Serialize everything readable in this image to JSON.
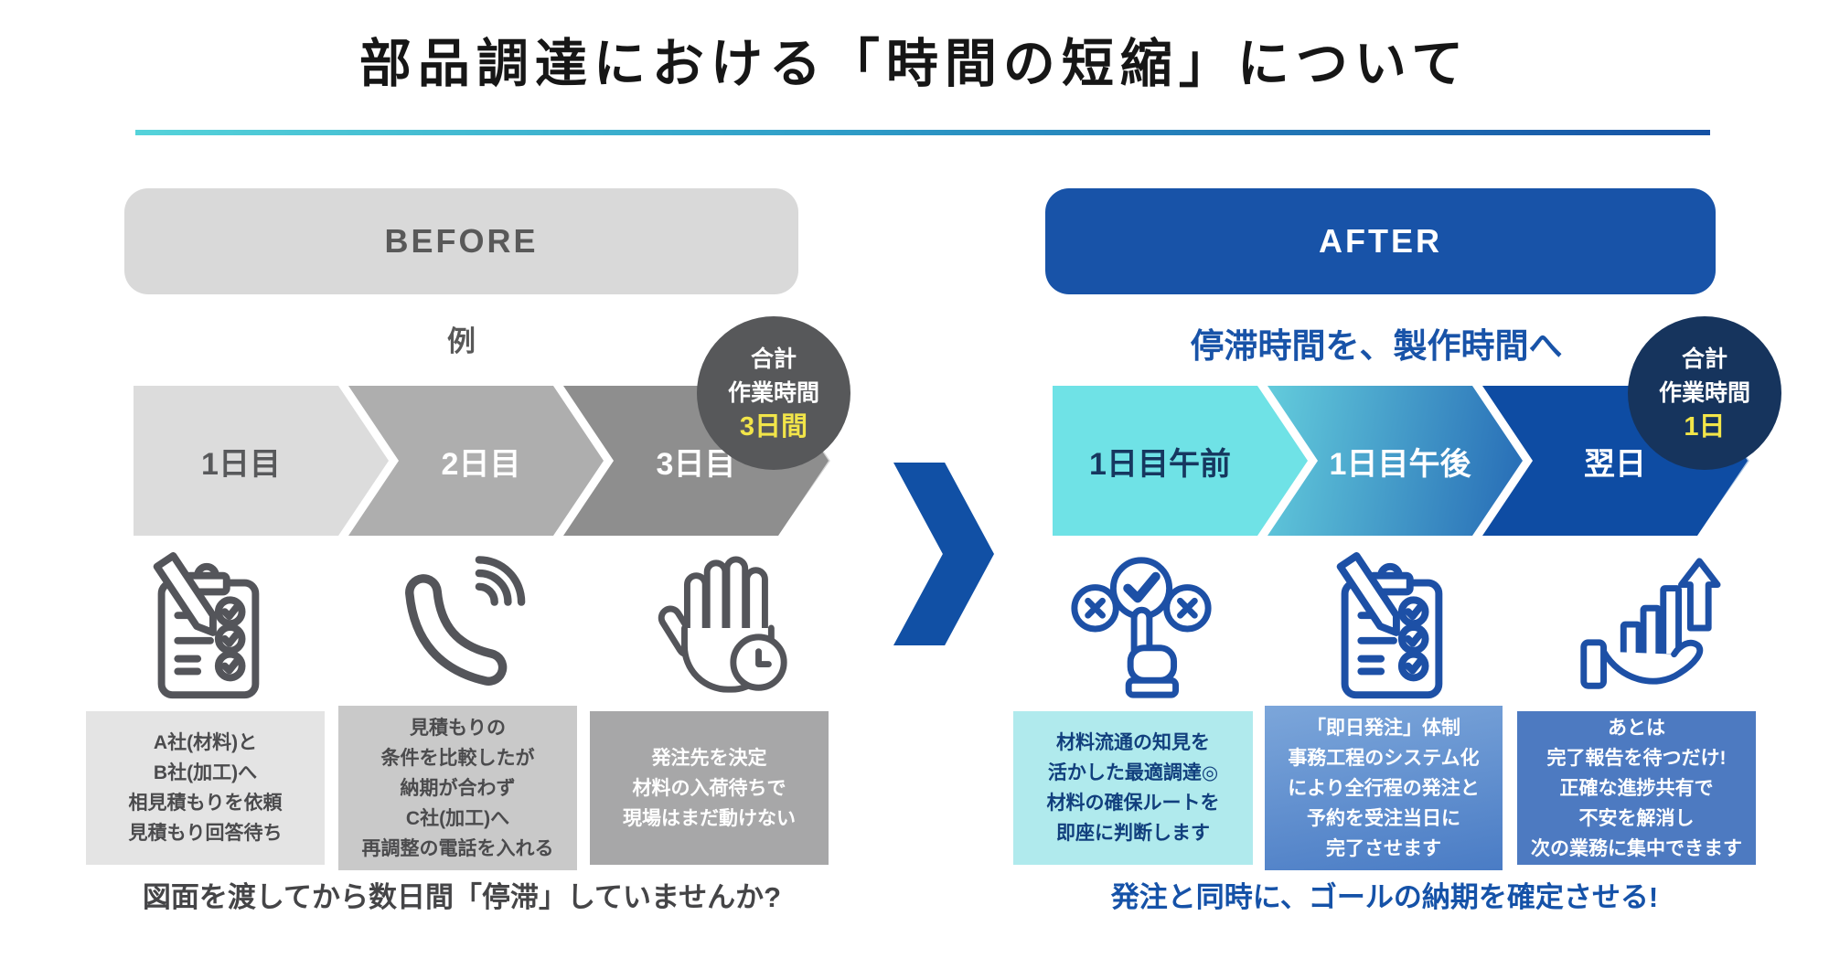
{
  "title": "部品調達における「時間の短縮」について",
  "colors": {
    "accent_blue": "#1853a8",
    "accent_teal": "#55d3da",
    "deep_navy": "#16345d",
    "highlight_yellow": "#f2e549",
    "before_gray": "#595959"
  },
  "before": {
    "header_label": "BEFORE",
    "example_label": "例",
    "badge": {
      "line1": "合計",
      "line2": "作業時間",
      "value": "3日間"
    },
    "steps": [
      "1日目",
      "2日目",
      "3日目"
    ],
    "icons": [
      "clipboard-checklist-icon",
      "phone-call-icon",
      "stop-hand-clock-icon"
    ],
    "cards": [
      {
        "text": "A社(材料)と\nB社(加工)へ\n相見積もりを依頼\n見積もり回答待ち"
      },
      {
        "text": "見積もりの\n条件を比較したが\n納期が合わず\nC社(加工)へ\n再調整の電話を入れる"
      },
      {
        "text": "発注先を決定\n材料の入荷待ちで\n現場はまだ動けない"
      }
    ],
    "caption": "図面を渡してから数日間「停滞」していませんか?"
  },
  "after": {
    "header_label": "AFTER",
    "subtitle": "停滞時間を、製作時間へ",
    "badge": {
      "line1": "合計",
      "line2": "作業時間",
      "value": "1日"
    },
    "steps": [
      "1日目午前",
      "1日目午後",
      "翌日"
    ],
    "icons": [
      "best-choice-icon",
      "clipboard-checklist-icon",
      "growth-hand-icon"
    ],
    "cards": [
      {
        "text": "材料流通の知見を\n活かした最適調達◎\n材料の確保ルートを\n即座に判断します"
      },
      {
        "text": "「即日発注」体制\n事務工程のシステム化\nにより全行程の発注と\n予約を受注当日に\n完了させます"
      },
      {
        "text": "あとは\n完了報告を待つだけ!\n正確な進捗共有で\n不安を解消し\n次の業務に集中できます"
      }
    ],
    "caption": "発注と同時に、ゴールの納期を確定させる!"
  }
}
